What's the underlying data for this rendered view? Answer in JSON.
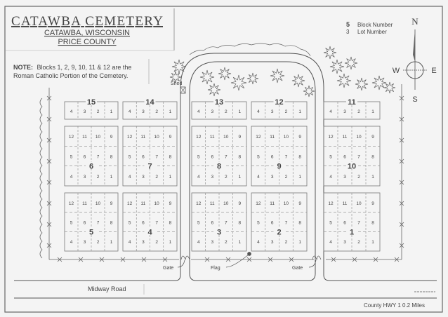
{
  "title": {
    "main": "CATAWBA CEMETERY",
    "line2": "CATAWBA, WISCONSIN",
    "line3": "PRICE COUNTY"
  },
  "note": {
    "label": "NOTE:",
    "line1": "Blocks 1, 2, 9, 10, 11 & 12 are the",
    "line2": "Roman Catholic Portion of the Cemetery."
  },
  "legend": {
    "block_sample": "5",
    "block_label": "Block Number",
    "lot_sample": "3",
    "lot_label": "Lot Number"
  },
  "compass": {
    "n": "N",
    "s": "S",
    "e": "E",
    "w": "W"
  },
  "labels": {
    "shed": "Shed",
    "gate_left": "Gate",
    "flag": "Flag",
    "gate_right": "Gate",
    "road": "Midway Road",
    "highway": "County HWY 1  0.2 Miles"
  },
  "lots": {
    "small": [
      "4",
      "3",
      "2",
      "1"
    ],
    "large": [
      [
        "12",
        "11",
        "10",
        "9"
      ],
      [
        "5",
        "6",
        "7",
        "8"
      ],
      [
        "4",
        "3",
        "2",
        "1"
      ]
    ]
  },
  "blocks": {
    "top": [
      "15",
      "14",
      "13",
      "12",
      "11"
    ],
    "middle": [
      "6",
      "7",
      "8",
      "9",
      "10"
    ],
    "bottom": [
      "5",
      "4",
      "3",
      "2",
      "1"
    ]
  },
  "colors": {
    "ink": "#555555",
    "paper": "#f3f3f3"
  }
}
